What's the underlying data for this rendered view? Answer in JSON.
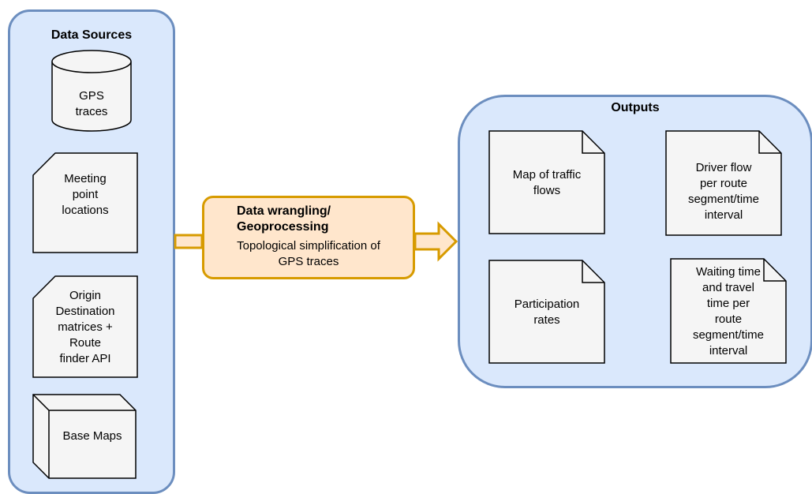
{
  "data_sources": {
    "title": "Data Sources",
    "gps": "GPS\ntraces",
    "meeting": "Meeting\npoint\nlocations",
    "origin": "Origin\nDestination\nmatrices +\nRoute\nfinder API",
    "basemaps": "Base Maps"
  },
  "process": {
    "title": "Data wrangling/\nGeoprocessing",
    "subtitle": "Topological simplification of\nGPS traces"
  },
  "outputs": {
    "title": "Outputs",
    "traffic": "Map of traffic\nflows",
    "driver_flow": "Driver flow\nper route\nsegment/time\ninterval",
    "participation": "Participation\nrates",
    "waiting": "Waiting time\nand travel\ntime per\nroute\nsegment/time\ninterval"
  },
  "colors": {
    "panel_fill": "#dae8fc",
    "panel_stroke": "#6c8ebf",
    "process_fill": "#ffe6cc",
    "process_stroke": "#d79b00",
    "shape_fill": "#f5f5f5"
  }
}
